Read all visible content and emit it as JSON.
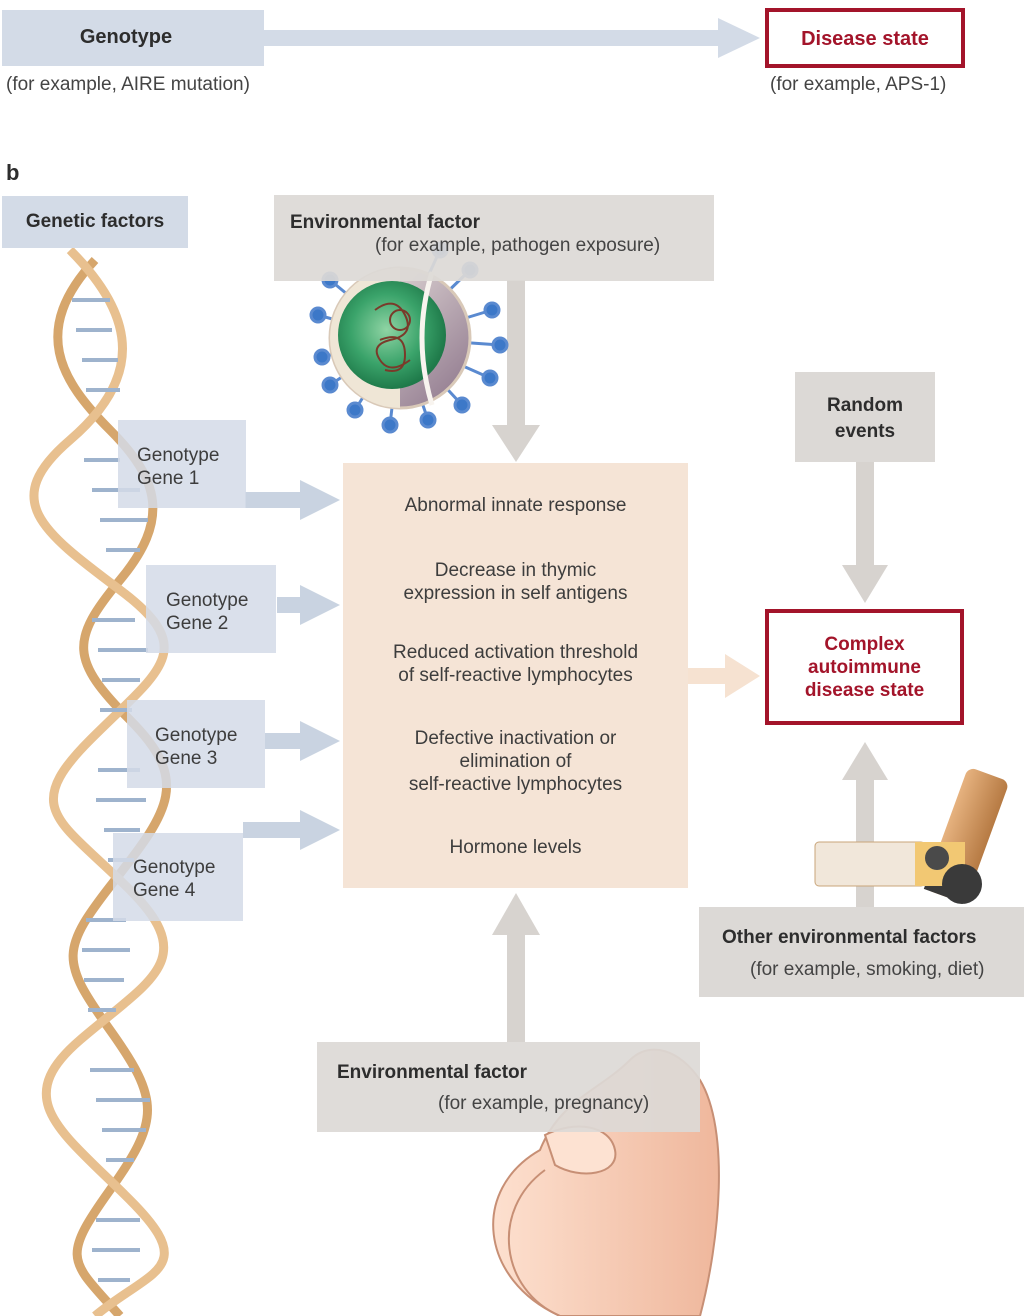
{
  "panel_a": {
    "genotype_label": "Genotype",
    "genotype_example": "(for example, AIRE mutation)",
    "disease_label": "Disease state",
    "disease_example": "(for example, APS-1)"
  },
  "panel_b": {
    "panel_letter": "b",
    "genetic_factors": "Genetic factors",
    "env_top": {
      "title": "Environmental factor",
      "example": "(for example, pathogen exposure)"
    },
    "random_events": {
      "line1": "Random",
      "line2": "events"
    },
    "genes": [
      {
        "line1": "Genotype",
        "line2": "Gene 1"
      },
      {
        "line1": "Genotype",
        "line2": "Gene 2"
      },
      {
        "line1": "Genotype",
        "line2": "Gene 3"
      },
      {
        "line1": "Genotype",
        "line2": "Gene 4"
      }
    ],
    "mechanisms": {
      "m1": "Abnormal innate response",
      "m2_line1": "Decrease in thymic",
      "m2_line2": "expression in self antigens",
      "m3_line1": "Reduced activation threshold",
      "m3_line2": "of self-reactive lymphocytes",
      "m4_line1": "Defective inactivation or",
      "m4_line2": "elimination of",
      "m4_line3": "self-reactive lymphocytes",
      "m5": "Hormone levels"
    },
    "complex_disease": {
      "line1": "Complex",
      "line2": "autoimmune",
      "line3": "disease state"
    },
    "other_env": {
      "title": "Other environmental factors",
      "example": "(for example, smoking, diet)"
    },
    "env_bottom": {
      "title": "Environmental factor",
      "example": "(for example, pregnancy)"
    }
  },
  "colors": {
    "accent_red": "#a3142a",
    "box_blue": "#d3dbe7",
    "box_gray": "#dcd9d6",
    "box_tan": "#f5e4d6"
  }
}
